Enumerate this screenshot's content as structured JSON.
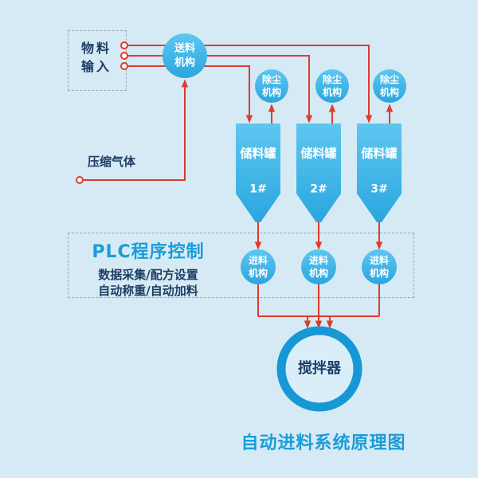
{
  "colors": {
    "background": "#d6eaf5",
    "node_blue_top": "#5ec7f0",
    "node_blue_bottom": "#2aa6df",
    "line_red": "#e03a2c",
    "accent_blue": "#1b9cd8",
    "dark_text": "#1d3e63",
    "mixer_ring": "#1697d6",
    "mixer_fill": "#d9eef9",
    "dashed_border": "#93a9bb"
  },
  "input_box": {
    "label": "物料\n输入"
  },
  "feeder": {
    "label": "送料\n机构"
  },
  "compressed_gas": {
    "label": "压缩气体"
  },
  "dust_units": [
    {
      "label": "除尘\n机构"
    },
    {
      "label": "除尘\n机构"
    },
    {
      "label": "除尘\n机构"
    }
  ],
  "tanks": [
    {
      "name": "储料罐",
      "number": "1#"
    },
    {
      "name": "储料罐",
      "number": "2#"
    },
    {
      "name": "储料罐",
      "number": "3#"
    }
  ],
  "plc": {
    "title": "PLC程序控制",
    "line1": "数据采集/配方设置",
    "line2": "自动称重/自动加料"
  },
  "feed_units": [
    {
      "label": "进料\n机构"
    },
    {
      "label": "进料\n机构"
    },
    {
      "label": "进料\n机构"
    }
  ],
  "mixer": {
    "label": "搅拌器"
  },
  "title": "自动进料系统原理图"
}
